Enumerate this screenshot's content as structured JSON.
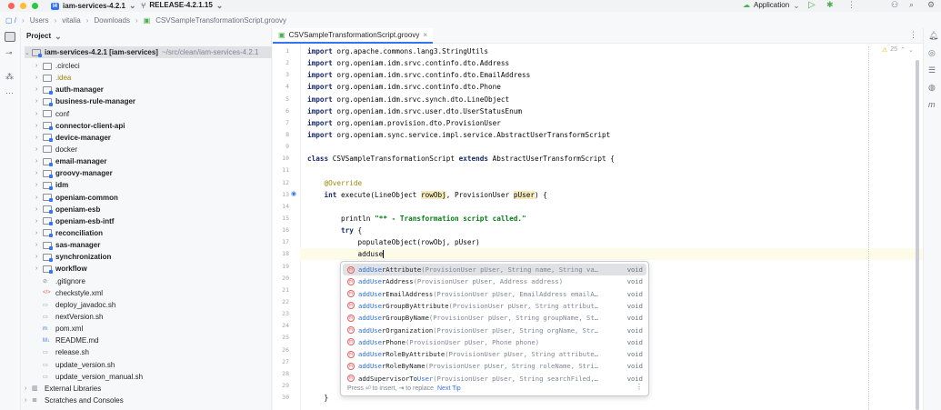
{
  "titlebar": {
    "project": "iam-services-4.2.1",
    "project_badge": "I4",
    "branch": "RELEASE-4.2.1.15",
    "run_config": "Application"
  },
  "breadcrumb": [
    "Users",
    "vitalia",
    "Downloads",
    "CSVSampleTransformationScript.groovy"
  ],
  "project_panel": {
    "title": "Project",
    "root": {
      "name": "iam-services-4.2.1 [iam-services]",
      "path": "~/src/clean/iam-services-4.2.1"
    },
    "items": [
      {
        "name": ".circleci",
        "type": "folder",
        "expand": true
      },
      {
        "name": ".idea",
        "type": "folder",
        "expand": true,
        "color": "#9e880d"
      },
      {
        "name": "auth-manager",
        "type": "module",
        "expand": true
      },
      {
        "name": "business-rule-manager",
        "type": "module",
        "expand": true
      },
      {
        "name": "conf",
        "type": "folder",
        "expand": true
      },
      {
        "name": "connector-client-api",
        "type": "module",
        "expand": true
      },
      {
        "name": "device-manager",
        "type": "module",
        "expand": true
      },
      {
        "name": "docker",
        "type": "folder",
        "expand": true
      },
      {
        "name": "email-manager",
        "type": "module",
        "expand": true
      },
      {
        "name": "groovy-manager",
        "type": "module",
        "expand": true
      },
      {
        "name": "idm",
        "type": "module",
        "expand": true
      },
      {
        "name": "openiam-common",
        "type": "module",
        "expand": true
      },
      {
        "name": "openiam-esb",
        "type": "module",
        "expand": true
      },
      {
        "name": "openiam-esb-intf",
        "type": "module",
        "expand": true
      },
      {
        "name": "reconciliation",
        "type": "module",
        "expand": true
      },
      {
        "name": "sas-manager",
        "type": "module",
        "expand": true
      },
      {
        "name": "synchronization",
        "type": "module",
        "expand": true
      },
      {
        "name": "workflow",
        "type": "module",
        "expand": true
      },
      {
        "name": ".gitignore",
        "type": "ignore"
      },
      {
        "name": "checkstyle.xml",
        "type": "xml"
      },
      {
        "name": "deploy_javadoc.sh",
        "type": "sh"
      },
      {
        "name": "nextVersion.sh",
        "type": "sh"
      },
      {
        "name": "pom.xml",
        "type": "maven"
      },
      {
        "name": "README.md",
        "type": "md"
      },
      {
        "name": "release.sh",
        "type": "sh"
      },
      {
        "name": "update_version.sh",
        "type": "sh"
      },
      {
        "name": "update_version_manual.sh",
        "type": "sh"
      }
    ],
    "bottom": [
      "External Libraries",
      "Scratches and Consoles"
    ]
  },
  "editor": {
    "tab": "CSVSampleTransformationScript.groovy",
    "warnings": "25",
    "lines": [
      [
        [
          "kw",
          "import"
        ],
        [
          "p",
          " org.apache.commons.lang3.StringUtils"
        ]
      ],
      [
        [
          "kw",
          "import"
        ],
        [
          "p",
          " org.openiam.idm.srvc.continfo.dto.Address"
        ]
      ],
      [
        [
          "kw",
          "import"
        ],
        [
          "p",
          " org.openiam.idm.srvc.continfo.dto.EmailAddress"
        ]
      ],
      [
        [
          "kw",
          "import"
        ],
        [
          "p",
          " org.openiam.idm.srvc.continfo.dto.Phone"
        ]
      ],
      [
        [
          "kw",
          "import"
        ],
        [
          "p",
          " org.openiam.idm.srvc.synch.dto.LineObject"
        ]
      ],
      [
        [
          "kw",
          "import"
        ],
        [
          "p",
          " org.openiam.idm.srvc.user.dto.UserStatusEnum"
        ]
      ],
      [
        [
          "kw",
          "import"
        ],
        [
          "p",
          " org.openiam.provision.dto.ProvisionUser"
        ]
      ],
      [
        [
          "kw",
          "import"
        ],
        [
          "p",
          " org.openiam.sync.service.impl.service.AbstractUserTransformScript"
        ]
      ],
      [],
      [
        [
          "kw",
          "class"
        ],
        [
          "p",
          " CSVSampleTransformationScript "
        ],
        [
          "kw",
          "extends"
        ],
        [
          "p",
          " AbstractUserTransformScript {"
        ]
      ],
      [],
      [
        [
          "p",
          "    "
        ],
        [
          "ann",
          "@Override"
        ]
      ],
      [
        [
          "p",
          "    "
        ],
        [
          "kw",
          "int"
        ],
        [
          "p",
          " execute(LineObject "
        ],
        [
          "hl",
          "rowObj"
        ],
        [
          "p",
          ", ProvisionUser "
        ],
        [
          "hl",
          "pUser"
        ],
        [
          "p",
          ") {"
        ]
      ],
      [],
      [
        [
          "p",
          "        println "
        ],
        [
          "str",
          "\"** - Transformation script called.\""
        ]
      ],
      [
        [
          "p",
          "        "
        ],
        [
          "kw",
          "try"
        ],
        [
          "p",
          " {"
        ]
      ],
      [
        [
          "p",
          "            populateObject(rowObj, pUser)"
        ]
      ],
      [
        [
          "p",
          "            adduse"
        ]
      ],
      [],
      [],
      [],
      [],
      [],
      [],
      [],
      [],
      [],
      [],
      [],
      [
        [
          "p",
          "    }"
        ]
      ]
    ]
  },
  "completion": {
    "items": [
      {
        "match": "addUse",
        "rest": "rAttribute",
        "params": "(ProvisionUser pUser, String name, String va…",
        "ret": "void"
      },
      {
        "match": "addUse",
        "rest": "rAddress",
        "params": "(ProvisionUser pUser, Address address)",
        "ret": "void"
      },
      {
        "match": "addUse",
        "rest": "rEmailAddress",
        "params": "(ProvisionUser pUser, EmailAddress emailA…",
        "ret": "void"
      },
      {
        "match": "addUse",
        "rest": "rGroupByAttribute",
        "params": "(ProvisionUser pUser, String attribut…",
        "ret": "void"
      },
      {
        "match": "addUse",
        "rest": "rGroupByName",
        "params": "(ProvisionUser pUser, String groupName, St…",
        "ret": "void"
      },
      {
        "match": "addUse",
        "rest": "rOrganization",
        "params": "(ProvisionUser pUser, String orgName, Str…",
        "ret": "void"
      },
      {
        "match": "addUse",
        "rest": "rPhone",
        "params": "(ProvisionUser pUser, Phone phone)",
        "ret": "void"
      },
      {
        "match": "addUse",
        "rest": "rRoleByAttribute",
        "params": "(ProvisionUser pUser, String attribute…",
        "ret": "void"
      },
      {
        "match": "addUse",
        "rest": "rRoleByName",
        "params": "(ProvisionUser pUser, String roleName, Stri…",
        "ret": "void"
      },
      {
        "match": "addSupervisorTo",
        "rest": "User",
        "params": "(ProvisionUser pUser, String searchFiled,…",
        "ret": "void",
        "alt": true
      }
    ],
    "footer": "Press ⏎ to insert, ⇥ to replace",
    "next_tip": "Next Tip"
  }
}
